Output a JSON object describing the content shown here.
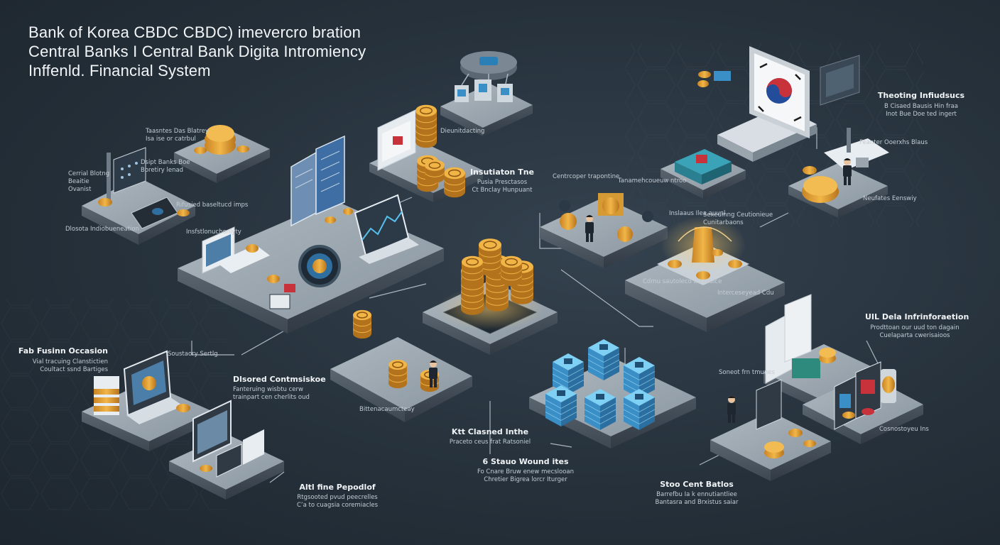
{
  "title": {
    "line1": "Bank of Korea  CBDC  CBDC) imevercro bration",
    "line2": "Central Banks I Central Bank Digita Intromiency",
    "line3": "Inffenld. Financial System"
  },
  "labels": {
    "fab_fusion": {
      "head": "Fab Fusinn Occasion",
      "sub1": "Vial tracuing Clanstictien",
      "sub2": "Coultact ssnd Bartiges"
    },
    "distored": {
      "head": "Dlsored Contmsiskoe",
      "sub1": "Fanteruing wisbtu cerw",
      "sub2": "trainpart cen cherlits oud"
    },
    "alti_purpose": {
      "head": "Altl fine Pepodlof",
      "sub1": "Rtgsooted pvud peecrelles",
      "sub2": "C’a to cuagsia coremiacles"
    },
    "kdt_clased": {
      "head": "Ktt Clasned Inthe",
      "sub1": "Praceto ceus frat Ratsoniel"
    },
    "six_stauo": {
      "head": "6 Stauo Wound ites",
      "sub1": "Fo Cnare Bruw enew mecslooan",
      "sub2": "Chretier Bigrea lorcr Iturger"
    },
    "stoo_cent": {
      "head": "Stoo Cent Batlos",
      "sub1": "Barrefbu Ia k ennutiantliee",
      "sub2": "Bantasra and Brxistus saiar"
    },
    "uil_data": {
      "head": "UIL Dela Infrinforaetion",
      "sub1": "Prodttoan our uud ton dagain",
      "sub2": "Cuelaparta cwerisaioos"
    },
    "theoting": {
      "head": "Theoting Infiudsucs",
      "sub1": "B Cisaed Bausis Hin fraa",
      "sub2": "Inot Bue Doe ted ingert"
    },
    "insutiaton": {
      "head": "Insutiaton Tne",
      "sub1": "Pusia Presctasos",
      "sub2": "Ct Bnclay Hunpuant"
    },
    "central_small": {
      "sub1": "Cerrial Blotng",
      "sub2": "Beaitie",
      "sub3": "Ovanist"
    },
    "dsip": {
      "sub1": "Dsipt Banks Boe",
      "sub2": "Boretiry lenad"
    },
    "tasnte": {
      "sub1": "Taasntes Das Blatrey",
      "sub2": "Isa ise or catrbul"
    },
    "disposa": {
      "sub1": "Dlosota Indiobueneation"
    },
    "rifusied": {
      "sub1": "Rifusied baseltucd imps"
    },
    "soustory": {
      "sub1": "Soustaory Sertlg"
    },
    "intsisti": {
      "sub1": "Insfstlonuchonlyty"
    },
    "bittenas": {
      "sub1": "Bittenacaumcteay"
    },
    "dieunitdacting": {
      "sub1": "Dieunitdacting"
    },
    "centrcoper": {
      "sub1": "Centrcoper trapontine"
    },
    "tonanteue": {
      "sub1": "Tanamehcoueuw ntroo"
    },
    "sezeuiring": {
      "sub1": "Sexeuinng Ceutionieue",
      "sub2": "Cunitarbaons"
    },
    "cdmu": {
      "sub1": "Cdmu sautolecd bu taulce"
    },
    "intercensgn": {
      "sub1": "Interceseyead Cdu"
    },
    "nevatee": {
      "sub1": "Neufates Eenswiy"
    },
    "fenteoemoe": {
      "sub1": "Feanter Ooerxhs Blaus"
    },
    "coreosty": {
      "sub1": "Cosnostoyeu Ins"
    },
    "saneot": {
      "sub1": "Soneot frn tmunes"
    },
    "insliatus": {
      "sub1": "Inslaaus Ilea auunl"
    }
  },
  "colors": {
    "background": "#26313b",
    "platform_top": "#9aa5ae",
    "platform_side": "#4a5560",
    "coin_gold": "#e8a63a",
    "coin_dark": "#b3721c",
    "cube_blue": "#3b8fc7",
    "korea_red": "#c8323a",
    "korea_blue": "#234d9a"
  },
  "icons": [
    "bitcoin-coin-icon",
    "laptop-icon",
    "server-cube-icon",
    "korea-flag-icon",
    "person-icon",
    "bank-building-icon",
    "arrow-connector-icon"
  ]
}
